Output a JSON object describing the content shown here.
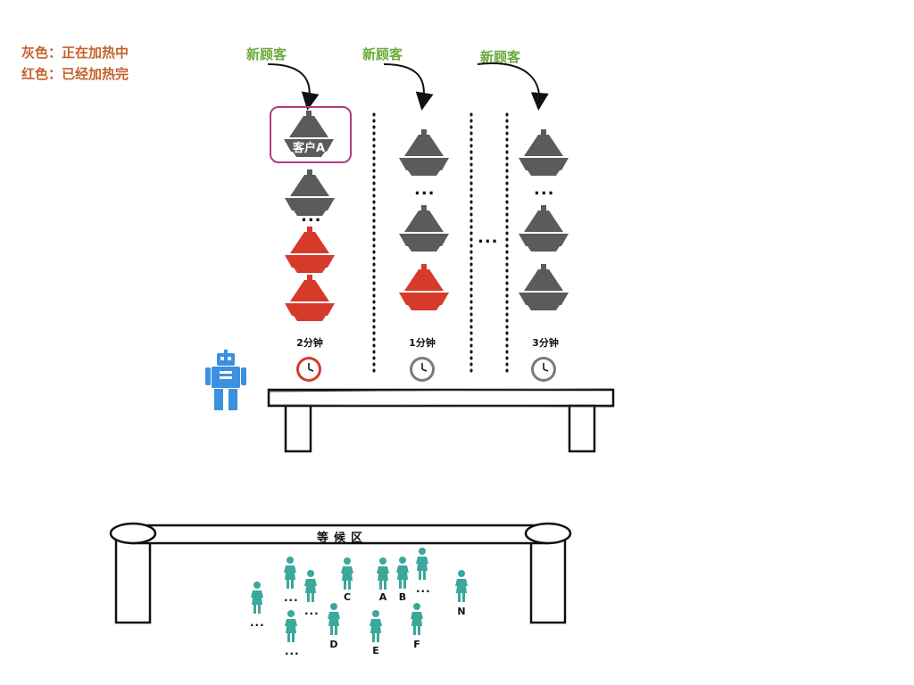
{
  "legend": {
    "gray": "灰色：正在加热中",
    "red": "红色：已经加热完"
  },
  "new_customer_label": "新顾客",
  "customer_a_label": "客户A",
  "columns": [
    {
      "timer": "2分钟",
      "timer_color": "#d63a2a"
    },
    {
      "timer": "1分钟",
      "timer_color": "#7a7a7a"
    },
    {
      "timer": "3分钟",
      "timer_color": "#7a7a7a"
    }
  ],
  "ellipsis": "...",
  "waiting_area_label": "等候区",
  "people_labels": [
    "C",
    "A",
    "B",
    "N",
    "D",
    "E",
    "F"
  ],
  "colors": {
    "pot_gray": "#5b5b5b",
    "pot_red": "#d63a2a",
    "robot": "#3d8fe0",
    "person": "#3aa89a",
    "highlight_box": "#b23c7c",
    "new_customer_text": "#6aaa3a",
    "legend_text": "#c4632b"
  }
}
